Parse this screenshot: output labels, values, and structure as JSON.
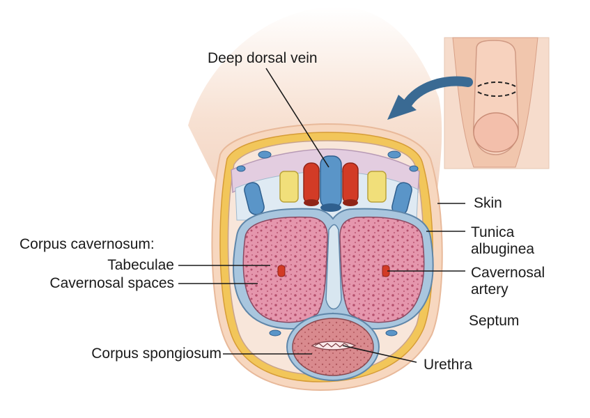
{
  "labels": {
    "deep_dorsal_vein": "Deep dorsal vein",
    "skin": "Skin",
    "tunica_line1": "Tunica",
    "tunica_line2": "albuginea",
    "corpus_cavernosum": "Corpus cavernosum:",
    "tabeculae": "Tabeculae",
    "cavernosal_spaces": "Cavernosal spaces",
    "cavernosal_artery_line1": "Cavernosal",
    "cavernosal_artery_line2": "artery",
    "septum": "Septum",
    "corpus_spongiosum": "Corpus spongiosum",
    "urethra": "Urethra"
  },
  "colors": {
    "skin": "#f6d9c4",
    "fat_layer": "#f0c34a",
    "tunica": "#a9c6de",
    "erectile_tissue": "#e596ad",
    "vein": "#5a95c8",
    "artery": "#d23b26",
    "nerve": "#f1df7a",
    "arrow": "#3a6a93"
  }
}
